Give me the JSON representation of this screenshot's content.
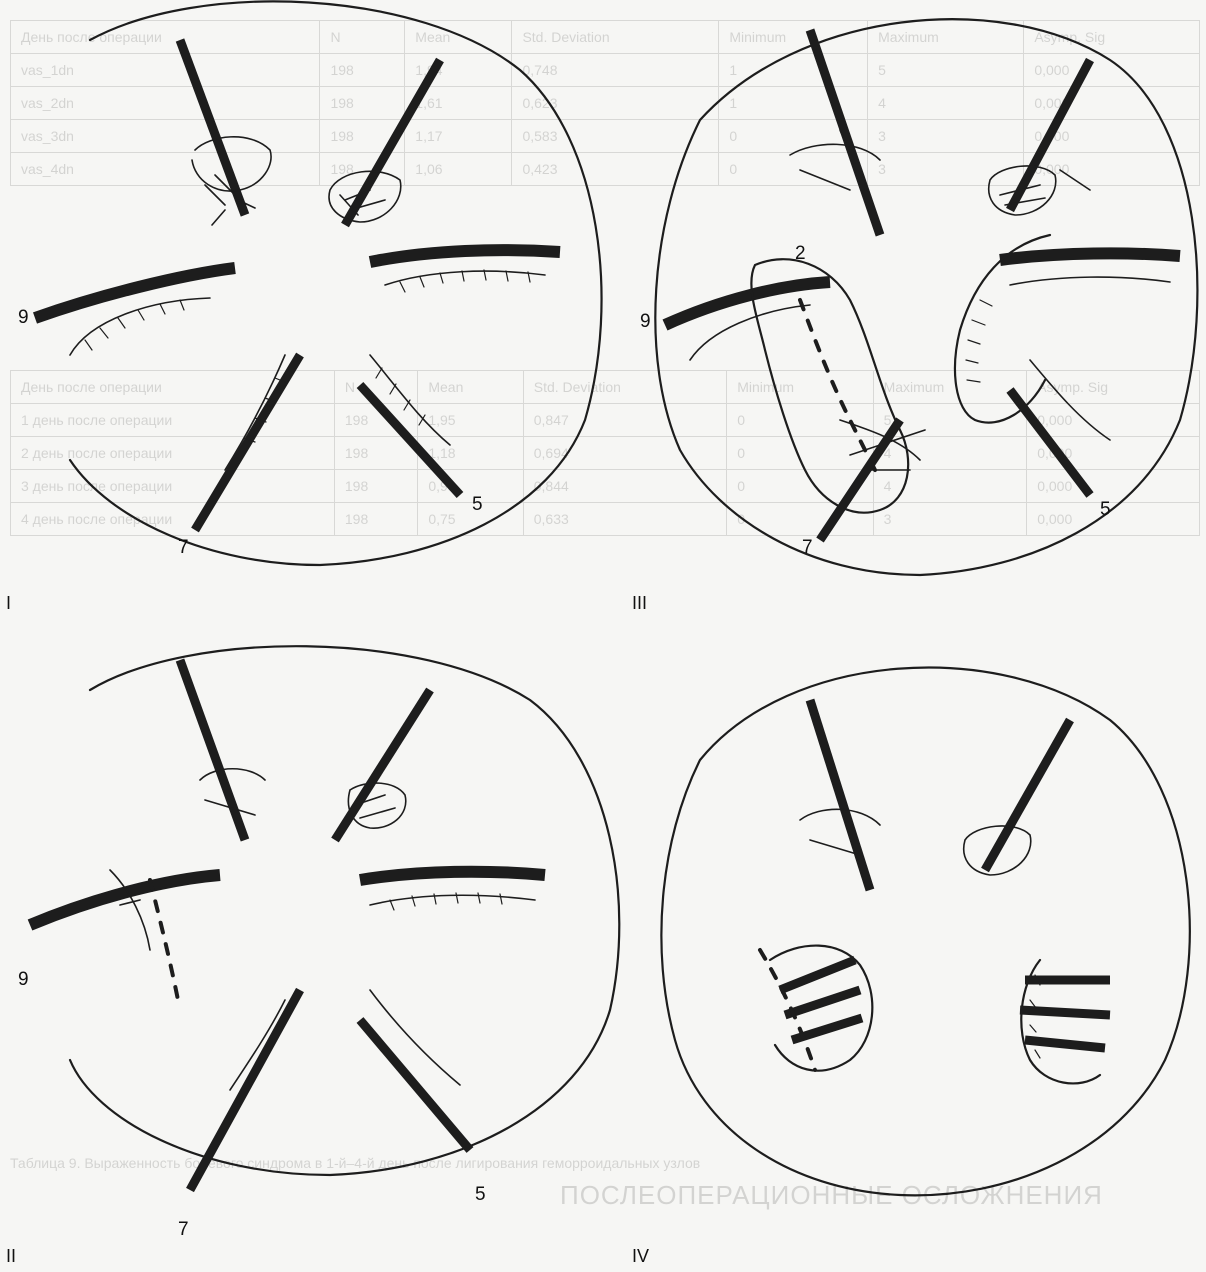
{
  "background": {
    "table_top": {
      "headers": [
        "День после операции",
        "N",
        "Mean",
        "Std. Deviation",
        "Minimum",
        "Maximum",
        "Asymp. Sig"
      ],
      "rows": [
        [
          "vas_1dn",
          "198",
          "1,94",
          "0,748",
          "1",
          "5",
          "0,000"
        ],
        [
          "vas_2dn",
          "198",
          "1,61",
          "0,623",
          "1",
          "4",
          "0,000"
        ],
        [
          "vas_3dn",
          "198",
          "1,17",
          "0,583",
          "0",
          "3",
          "0,000"
        ],
        [
          "vas_4dn",
          "198",
          "1,06",
          "0,423",
          "0",
          "3",
          "0,000"
        ]
      ]
    },
    "table_middle": {
      "headers": [
        "День после операции",
        "N",
        "Mean",
        "Std. Deviation",
        "Minimum",
        "Maximum",
        "Asymp. Sig"
      ],
      "rows": [
        [
          "1 день после операции",
          "198",
          "1,95",
          "0,847",
          "0",
          "5",
          "0,000"
        ],
        [
          "2 день после операции",
          "198",
          "1,18",
          "0,694",
          "0",
          "4",
          "0,000"
        ],
        [
          "3 день после операции",
          "198",
          "0,98",
          "0,844",
          "0",
          "4",
          "0,000"
        ],
        [
          "4 день после операции",
          "198",
          "0,75",
          "0,633",
          "0",
          "3",
          "0,000"
        ]
      ]
    },
    "heading": "ПОСЛЕОПЕРАЦИОННЫЕ ОСЛОЖНЕНИЯ",
    "caption": "Таблица 9. Выраженность болевого синдрома в 1-й–4-й день после лигирования геморроидальных узлов"
  },
  "labels": {
    "p1_9": "9",
    "p1_7": "7",
    "p1_5": "5",
    "p1_roman": "I",
    "p3_2": "2",
    "p3_9": "9",
    "p3_7": "7",
    "p3_5": "5",
    "p3_roman": "III",
    "p2_9": "9",
    "p2_7": "7",
    "p2_5": "5",
    "p2_roman": "II",
    "p4_roman": "IV"
  },
  "colors": {
    "ink": "#1d1d1d",
    "paper": "#f6f6f4"
  }
}
